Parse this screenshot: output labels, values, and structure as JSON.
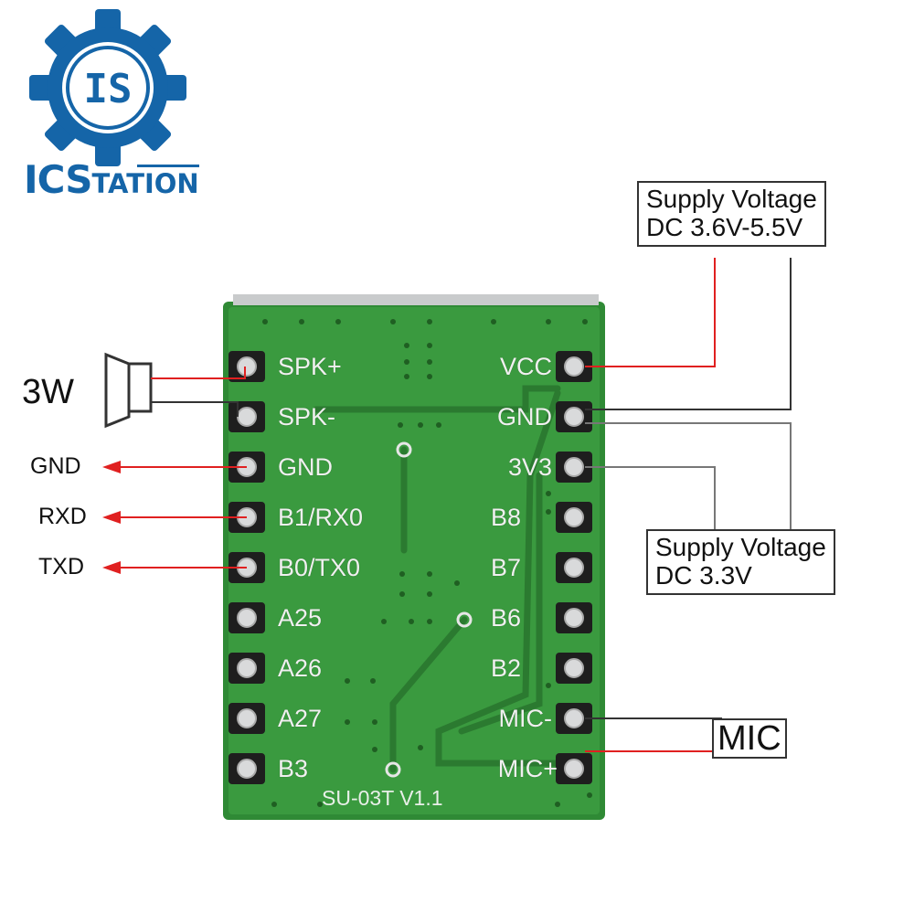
{
  "logo": {
    "monogram": "IS",
    "wordmark_big": "ICS",
    "wordmark_small": "TATION",
    "brand_color": "#1565a8"
  },
  "supply_high": {
    "line1": "Supply Voltage",
    "line2": "DC 3.6V-5.5V"
  },
  "supply_low": {
    "line1": "Supply Voltage",
    "line2": "DC 3.3V"
  },
  "speaker": {
    "power": "3W",
    "icon": "speaker-icon"
  },
  "mic": {
    "label": "MIC"
  },
  "left_signals": [
    "GND",
    "RXD",
    "TXD"
  ],
  "left_pins": [
    "SPK+",
    "SPK-",
    "GND",
    "B1/RX0",
    "B0/TX0",
    "A25",
    "A26",
    "A27",
    "B3"
  ],
  "right_pins": [
    "VCC",
    "GND",
    "3V3",
    "B8",
    "B7",
    "B6",
    "B2",
    "MIC-",
    "MIC+"
  ],
  "board": {
    "model": "SU-03T V1.1",
    "pcb_color": "#2f8a35"
  },
  "colors": {
    "wire_red": "#e02020",
    "wire_dark": "#333333",
    "wire_gray": "#777777"
  }
}
